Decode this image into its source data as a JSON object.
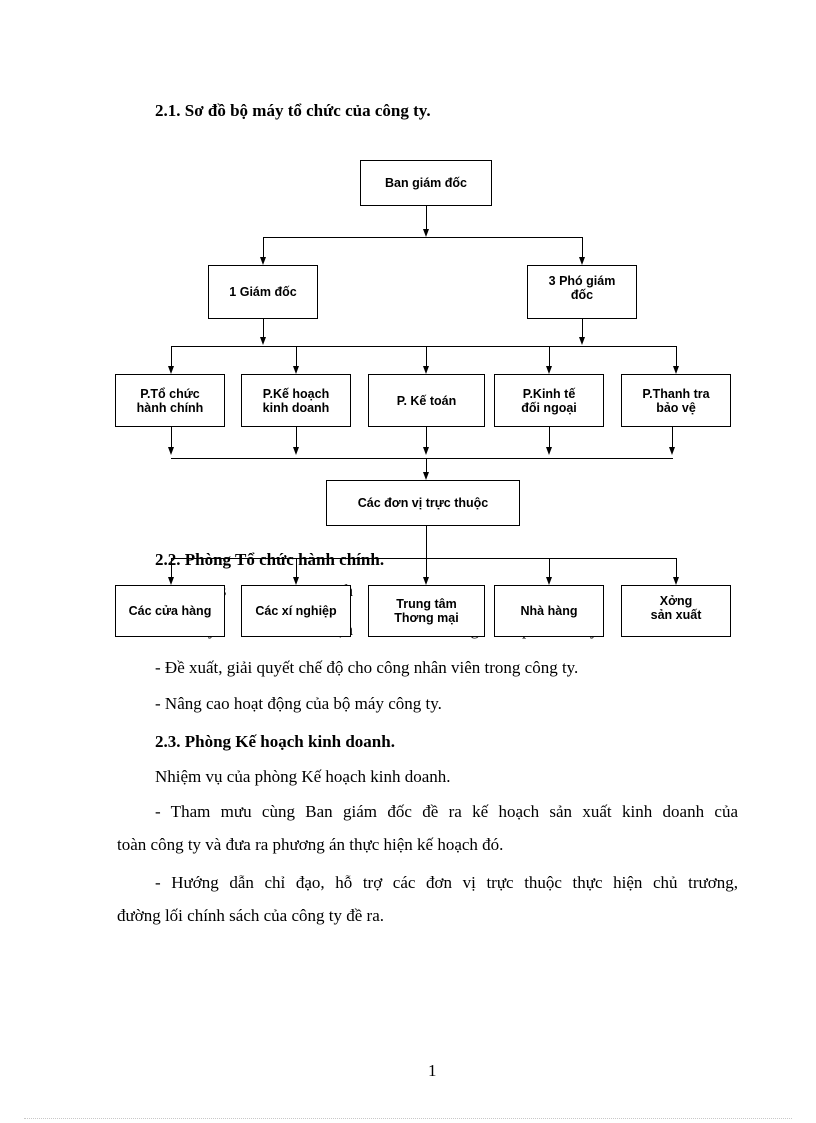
{
  "headings": {
    "h1": "2.1. Sơ đồ bộ máy tổ chức của công ty.",
    "h2": "2.2. Phòng Tổ chức hành chính.",
    "h3": "2.3. Phòng Kế hoạch kinh doanh."
  },
  "org_chart": {
    "top": "Ban giám đốc",
    "level2": [
      "1 Giám đốc",
      "3 Phó giám\nđốc"
    ],
    "departments": [
      "P.Tổ chức\nhành chính",
      "P.Kế hoạch\nkinh doanh",
      "P. Kế toán",
      "P.Kinh tế\nđối ngoại",
      "P.Thanh tra\nbảo vệ"
    ],
    "units_header": "Các đơn vị trực thuộc",
    "units": [
      "Các cửa hàng",
      "Các xí nghiệp",
      "Trung tâm\nThơng   mại",
      "Nhà hàng",
      "Xởng\nsản xuất"
    ]
  },
  "partial_texts": {
    "line1": "c s",
    "line1b": "nh",
    "line2a": "y",
    "line2b": "ụn",
    "line2c": "ng",
    "line2d": "ph",
    "line2e": "y"
  },
  "body_lines": [
    "- Đề xuất, giải  quyết chế độ cho công nhân viên trong công ty.",
    "- Nâng cao hoạt động của bộ máy công ty.",
    "Nhiệm  vụ của phòng Kế hoạch kinh doanh.",
    "- Tham mưu cùng Ban giám  đốc đề ra kế hoạch sản xuất kinh doanh của",
    "toàn công ty và đưa ra phương án thực hiện kế hoạch đó.",
    "- Hướng  dẫn chỉ đạo, hỗ trợ các đơn vị trực thuộc thực hiện  chủ trương,",
    "đường lối chính sách của công ty đề ra."
  ],
  "page_number": "1"
}
